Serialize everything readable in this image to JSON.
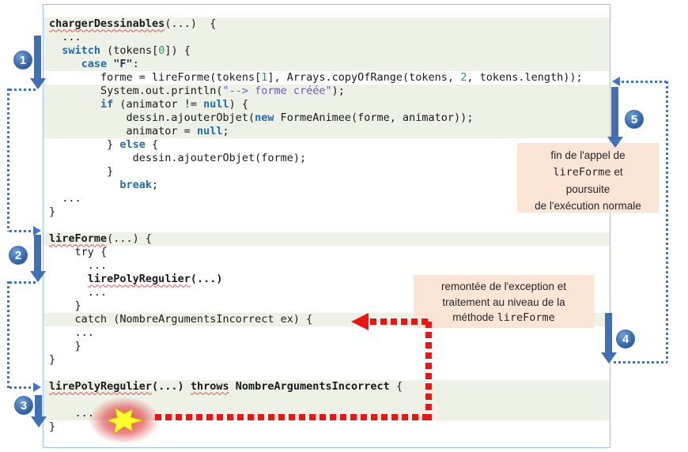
{
  "colors": {
    "band_green": "#eef1e5",
    "callout_bg": "#fbe5d6",
    "arrow_blue": "#3e6fb7",
    "dotted_blue": "#4472c4",
    "red": "#ee1414",
    "keyword_blue": "#1e6cb5",
    "number_green": "#2e9955",
    "string_purple": "#6a5bc7"
  },
  "badges": {
    "n1": "1",
    "n2": "2",
    "n3": "3",
    "n4": "4",
    "n5": "5"
  },
  "callout_end": {
    "line1": "fin de l'appel de",
    "line2_code": "lireForme",
    "line2_rest": " et",
    "line3": "poursuite",
    "line4": "de l'exécution normale"
  },
  "callout_up": {
    "line1": "remontée de  l'exception et",
    "line2": "traitement au niveau de la",
    "line3_prefix": "méthode ",
    "line3_code": "lireForme"
  },
  "code": {
    "lines": [
      {
        "bg": "g",
        "seg": [
          [
            "m sq",
            "chargerDessinables"
          ],
          [
            "p",
            "(...)  {"
          ]
        ]
      },
      {
        "bg": "g",
        "seg": [
          [
            "p",
            "  ..."
          ]
        ]
      },
      {
        "bg": "g",
        "seg": [
          [
            "p",
            "  "
          ],
          [
            "k",
            "switch"
          ],
          [
            "p",
            " (tokens["
          ],
          [
            "n",
            "0"
          ],
          [
            "p",
            "]) {"
          ]
        ]
      },
      {
        "bg": "g",
        "seg": [
          [
            "p",
            "     "
          ],
          [
            "k",
            "case"
          ],
          [
            "p",
            " "
          ],
          [
            "sf",
            "\"F\""
          ],
          [
            "p",
            ":"
          ]
        ]
      },
      {
        "bg": "w",
        "seg": [
          [
            "p",
            "        forme = lireForme(tokens["
          ],
          [
            "n",
            "1"
          ],
          [
            "p",
            "], Arrays.copyOfRange(tokens, "
          ],
          [
            "n",
            "2"
          ],
          [
            "p",
            ", tokens.length));"
          ]
        ]
      },
      {
        "bg": "g",
        "seg": [
          [
            "p",
            "        System.out.println("
          ],
          [
            "s",
            "\"--> forme créée\""
          ],
          [
            "p",
            ");"
          ]
        ]
      },
      {
        "bg": "g",
        "seg": [
          [
            "p",
            "        "
          ],
          [
            "k",
            "if"
          ],
          [
            "p",
            " (animator != "
          ],
          [
            "k",
            "null"
          ],
          [
            "p",
            ") {"
          ]
        ]
      },
      {
        "bg": "g",
        "seg": [
          [
            "p",
            "            dessin.ajouterObjet("
          ],
          [
            "k",
            "new"
          ],
          [
            "p",
            " FormeAnimee(forme, animator));"
          ]
        ]
      },
      {
        "bg": "g",
        "seg": [
          [
            "p",
            "            animator = "
          ],
          [
            "k",
            "null"
          ],
          [
            "p",
            ";"
          ]
        ]
      },
      {
        "bg": "w",
        "seg": [
          [
            "p",
            "         } "
          ],
          [
            "k",
            "else"
          ],
          [
            "p",
            " {"
          ]
        ]
      },
      {
        "bg": "w",
        "seg": [
          [
            "p",
            "             dessin.ajouterObjet(forme);"
          ]
        ]
      },
      {
        "bg": "w",
        "seg": [
          [
            "p",
            "         }"
          ]
        ]
      },
      {
        "bg": "w",
        "seg": [
          [
            "p",
            "           "
          ],
          [
            "k",
            "break"
          ],
          [
            "p",
            ";"
          ]
        ]
      },
      {
        "bg": "w",
        "seg": [
          [
            "p",
            "  ..."
          ]
        ]
      },
      {
        "bg": "w",
        "seg": [
          [
            "p",
            "}"
          ]
        ]
      },
      {
        "bg": "w",
        "seg": []
      },
      {
        "bg": "g",
        "seg": [
          [
            "m sq",
            "lireForme"
          ],
          [
            "p",
            "(...) {"
          ]
        ]
      },
      {
        "bg": "w",
        "seg": [
          [
            "p",
            "    try {"
          ]
        ]
      },
      {
        "bg": "w",
        "seg": [
          [
            "p",
            "      ..."
          ]
        ]
      },
      {
        "bg": "w",
        "seg": [
          [
            "p",
            "      "
          ],
          [
            "m sq",
            "lirePolyRegulier"
          ],
          [
            "b",
            "(...)"
          ]
        ]
      },
      {
        "bg": "w",
        "seg": [
          [
            "p",
            "      ..."
          ]
        ]
      },
      {
        "bg": "w",
        "seg": [
          [
            "p",
            "    }"
          ]
        ]
      },
      {
        "bg": "g",
        "seg": [
          [
            "p",
            "    catch (NombreArgumentsIncorrect ex) {"
          ]
        ]
      },
      {
        "bg": "w",
        "seg": [
          [
            "p",
            "    ..."
          ]
        ]
      },
      {
        "bg": "w",
        "seg": [
          [
            "p",
            "    }"
          ]
        ]
      },
      {
        "bg": "w",
        "seg": [
          [
            "p",
            "}"
          ]
        ]
      },
      {
        "bg": "w",
        "seg": []
      },
      {
        "bg": "g",
        "seg": [
          [
            "m sq",
            "lirePolyRegulier"
          ],
          [
            "b",
            "(...)"
          ],
          [
            "p",
            " "
          ],
          [
            "b sq",
            "throws"
          ],
          [
            "p",
            " "
          ],
          [
            "b",
            "NombreArgumentsIncorrect"
          ],
          [
            "p",
            " {"
          ]
        ]
      },
      {
        "bg": "g",
        "seg": []
      },
      {
        "bg": "g",
        "seg": [
          [
            "p",
            "    ..."
          ]
        ]
      },
      {
        "bg": "w",
        "seg": [
          [
            "p",
            "}"
          ]
        ]
      }
    ]
  }
}
